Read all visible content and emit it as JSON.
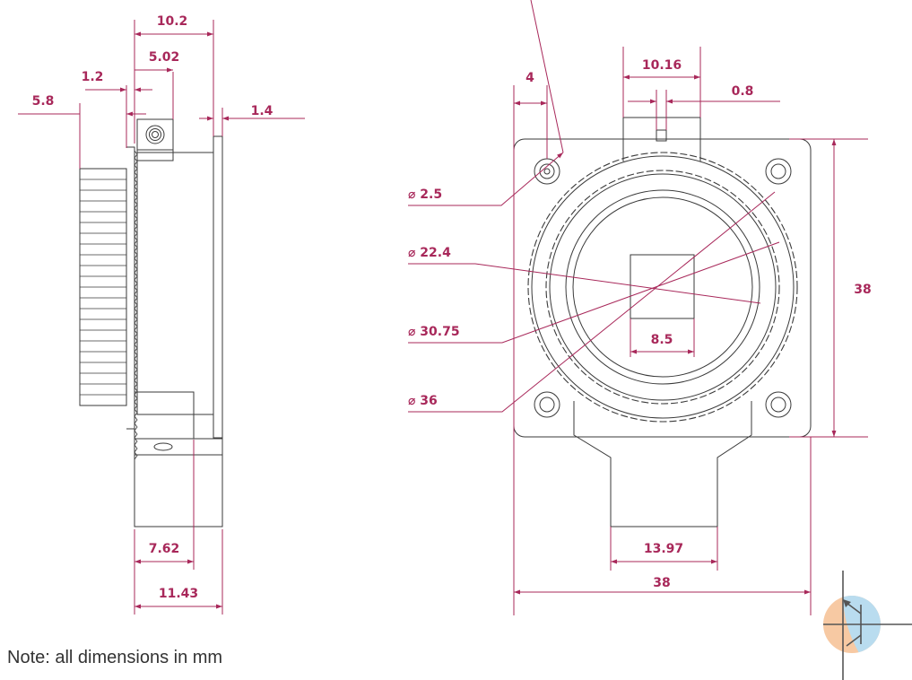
{
  "colors": {
    "dimension": "#a8285a",
    "outline": "#3a3a3a",
    "logo_orange": "#f7c9a3",
    "logo_blue": "#b9dcef",
    "logo_lines": "#555555"
  },
  "side_view": {
    "dim_10_2": "10.2",
    "dim_5_02": "5.02",
    "dim_1_2": "1.2",
    "dim_5_8": "5.8",
    "dim_1_4": "1.4",
    "dim_7_62": "7.62",
    "dim_11_43": "11.43"
  },
  "front_view": {
    "dim_4": "4",
    "dim_10_16": "10.16",
    "dim_0_8": "0.8",
    "dim_38_height": "38",
    "dim_8_5": "8.5",
    "dim_13_97": "13.97",
    "dim_38_width": "38",
    "dia_2_5": "⌀ 2.5",
    "dia_22_4": "⌀ 22.4",
    "dia_30_75": "⌀ 30.75",
    "dia_36": "⌀ 36"
  },
  "note": "Note: all dimensions in mm",
  "icons": {
    "logo": "transistor-symbol-icon"
  }
}
